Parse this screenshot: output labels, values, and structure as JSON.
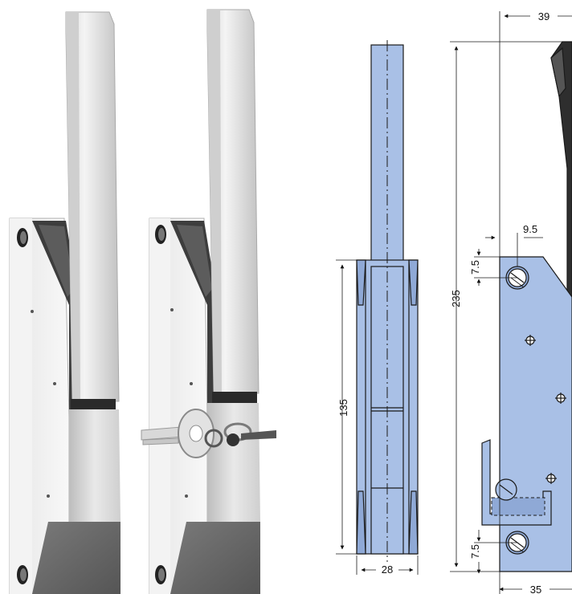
{
  "figure": {
    "photos": [
      {
        "name": "latch-without-key"
      },
      {
        "name": "latch-with-key"
      }
    ],
    "colors": {
      "drawing_fill": "#a9c0e6",
      "drawing_fill_dark": "#8fa9d6",
      "line": "#1a1a1a",
      "metal_light": "#eeeeee",
      "metal_mid": "#cfcfcf",
      "metal_dark": "#8e8e8e"
    },
    "dimensions": {
      "front_height": "135",
      "front_width": "28",
      "side_total_height": "235",
      "side_top_width": "39",
      "side_bottom_width": "35",
      "hole_offset_x": "9.5",
      "hole_offset_top": "7.5",
      "hole_offset_bottom": "7.5"
    }
  }
}
